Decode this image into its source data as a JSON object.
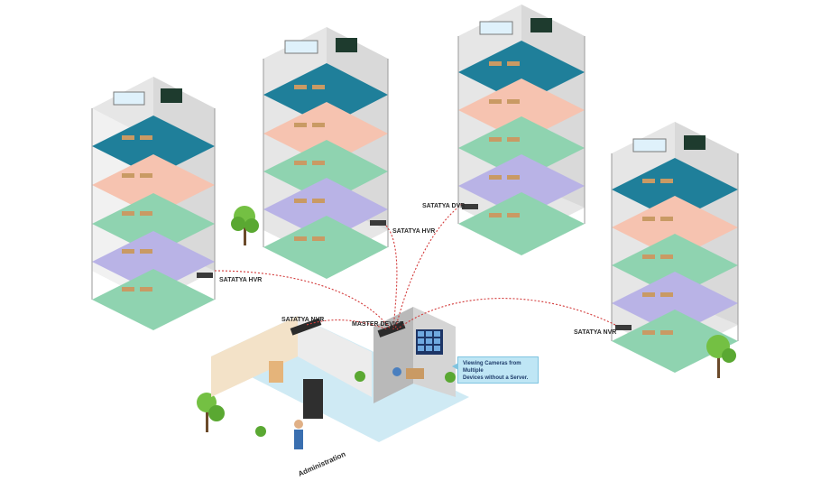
{
  "labels": {
    "hvr_left": "SATATYA HVR",
    "hvr_mid": "SATATYA HVR",
    "dvr": "SATATYA DVR",
    "nvr_right": "SATATYA NVR",
    "nvr_admin": "SATATYA NVR",
    "master": "MASTER DEVICE",
    "admin": "Administration"
  },
  "callout": {
    "line1": "Viewing Cameras from Multiple",
    "line2": "Devices without a Server."
  },
  "colors": {
    "teal_floor": "#1f7f9a",
    "peach_floor": "#f6c3b0",
    "green_floor": "#8fd3b0",
    "lavender_floor": "#b9b3e6",
    "link_line": "#d33b3b",
    "admin_floor": "#cfeaf4"
  }
}
